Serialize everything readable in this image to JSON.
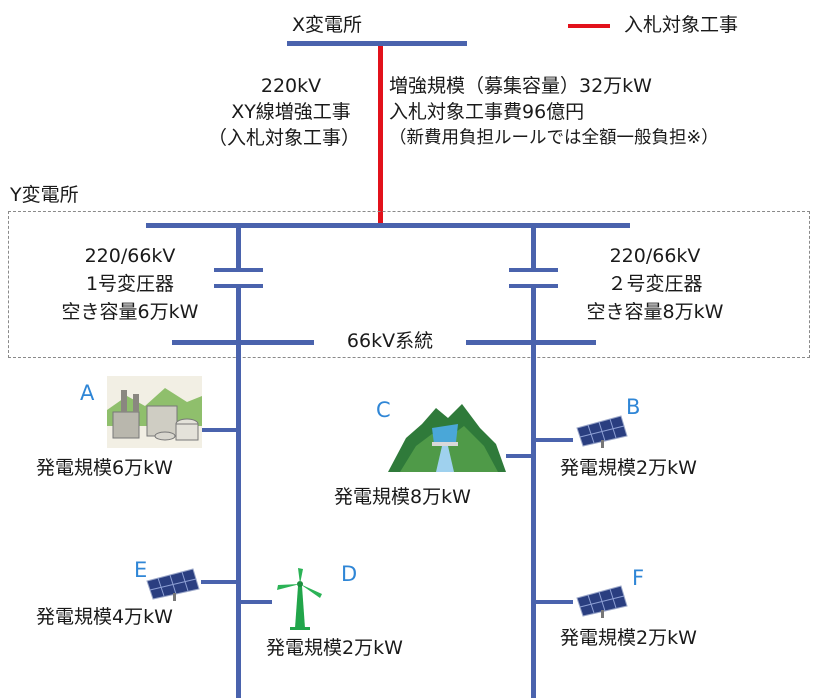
{
  "colors": {
    "line": "#4a63ad",
    "bid_line": "#e2111b",
    "label": "#2f86d6",
    "zone_border": "#8a8a8a"
  },
  "legend": {
    "label": "入札対象工事"
  },
  "x_substation": {
    "name": "X変電所"
  },
  "line_project": {
    "voltage": "220kV",
    "name": "XY線増強工事",
    "note": "（入札対象工事）"
  },
  "reinforcement": {
    "scale": "増強規模（募集容量）32万kW",
    "cost": "入札対象工事費96億円",
    "burden": "（新費用負担ルールでは全額一般負担※）"
  },
  "y_substation": {
    "name": "Y変電所"
  },
  "transformers": [
    {
      "voltage": "220/66kV",
      "name": "1号変圧器",
      "capacity": "空き容量6万kW"
    },
    {
      "voltage": "220/66kV",
      "name": "２号変圧器",
      "capacity": "空き容量8万kW"
    }
  ],
  "system": {
    "label": "66kV系統"
  },
  "generators": [
    {
      "id": "A",
      "icon": "industrial-plant-icon",
      "scale": "発電規模6万kW"
    },
    {
      "id": "B",
      "icon": "solar-panel-icon",
      "scale": "発電規模2万kW"
    },
    {
      "id": "C",
      "icon": "hydro-dam-icon",
      "scale": "発電規模8万kW"
    },
    {
      "id": "D",
      "icon": "wind-turbine-icon",
      "scale": "発電規模2万kW"
    },
    {
      "id": "E",
      "icon": "solar-panel-icon",
      "scale": "発電規模4万kW"
    },
    {
      "id": "F",
      "icon": "solar-panel-icon",
      "scale": "発電規模2万kW"
    }
  ]
}
